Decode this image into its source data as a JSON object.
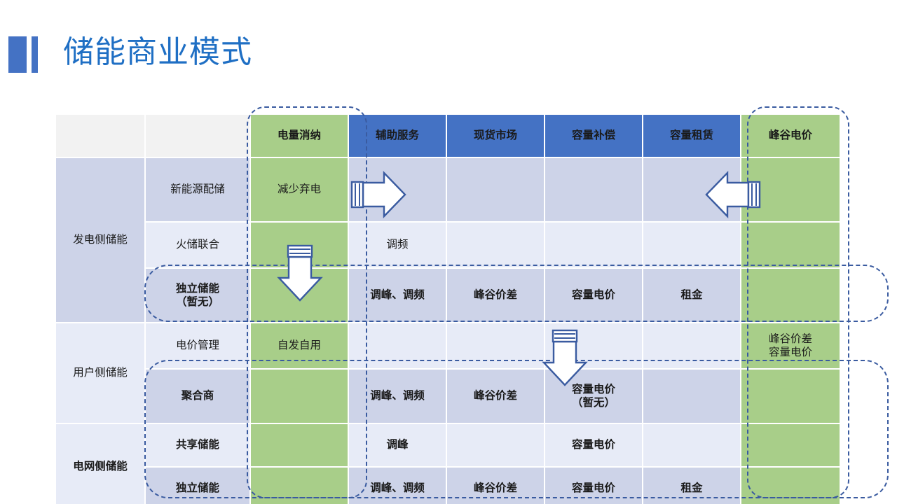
{
  "slide": {
    "title": "储能商业模式",
    "accent_blue": "#4472C4",
    "title_color": "#1F6FC4",
    "green": "#A8CE89",
    "row_dark": "#CDD3E8",
    "row_light": "#E7EBF7",
    "dash_color": "#3A5BA0"
  },
  "table": {
    "headers": {
      "group_blank": "",
      "sub_blank": "",
      "columns": [
        {
          "label": "电量消纳",
          "style": "green"
        },
        {
          "label": "辅助服务",
          "style": "blue"
        },
        {
          "label": "现货市场",
          "style": "blue"
        },
        {
          "label": "容量补偿",
          "style": "blue"
        },
        {
          "label": "容量租赁",
          "style": "blue"
        },
        {
          "label": "峰谷电价",
          "style": "green"
        }
      ]
    },
    "groups": [
      {
        "label": "发电侧储能",
        "bold": false,
        "rowspan": 3
      },
      {
        "label": "用户侧储能",
        "bold": false,
        "rowspan": 2
      },
      {
        "label": "电网侧储能",
        "bold": true,
        "rowspan": 2
      }
    ],
    "rows": [
      {
        "sub": "新能源配储",
        "sub_bold": false,
        "cells": [
          "减少弃电",
          "",
          "",
          "",
          "",
          ""
        ]
      },
      {
        "sub": "火储联合",
        "sub_bold": false,
        "cells": [
          "",
          "调频",
          "",
          "",
          "",
          ""
        ]
      },
      {
        "sub": "独立储能\n（暂无）",
        "sub_bold": true,
        "cells": [
          "",
          "调峰、调频",
          "峰谷价差",
          "容量电价",
          "租金",
          ""
        ]
      },
      {
        "sub": "电价管理",
        "sub_bold": false,
        "cells": [
          "自发自用",
          "",
          "",
          "",
          "",
          "峰谷价差\n容量电价"
        ]
      },
      {
        "sub": "聚合商",
        "sub_bold": true,
        "cells": [
          "",
          "调峰、调频",
          "峰谷价差",
          "容量电价\n（暂无）",
          "",
          ""
        ]
      },
      {
        "sub": "共享储能",
        "sub_bold": true,
        "cells": [
          "",
          "调峰",
          "",
          "容量电价",
          "",
          ""
        ]
      },
      {
        "sub": "独立储能",
        "sub_bold": true,
        "cells": [
          "",
          "调峰、调频",
          "峰谷价差",
          "容量电价",
          "租金",
          ""
        ]
      }
    ]
  },
  "annotations": {
    "highlight_boxes": [
      {
        "name": "green-column-left-highlight"
      },
      {
        "name": "green-column-right-highlight"
      },
      {
        "name": "independent-storage-row-highlight"
      },
      {
        "name": "aggregator-grid-rows-highlight"
      }
    ],
    "arrows": [
      {
        "name": "arrow-right-from-reduce-curtailment",
        "direction": "right"
      },
      {
        "name": "arrow-left-to-peak-valley-price",
        "direction": "left"
      },
      {
        "name": "arrow-down-electricity-consumption",
        "direction": "down"
      },
      {
        "name": "arrow-down-capacity-compensation",
        "direction": "down"
      }
    ]
  }
}
